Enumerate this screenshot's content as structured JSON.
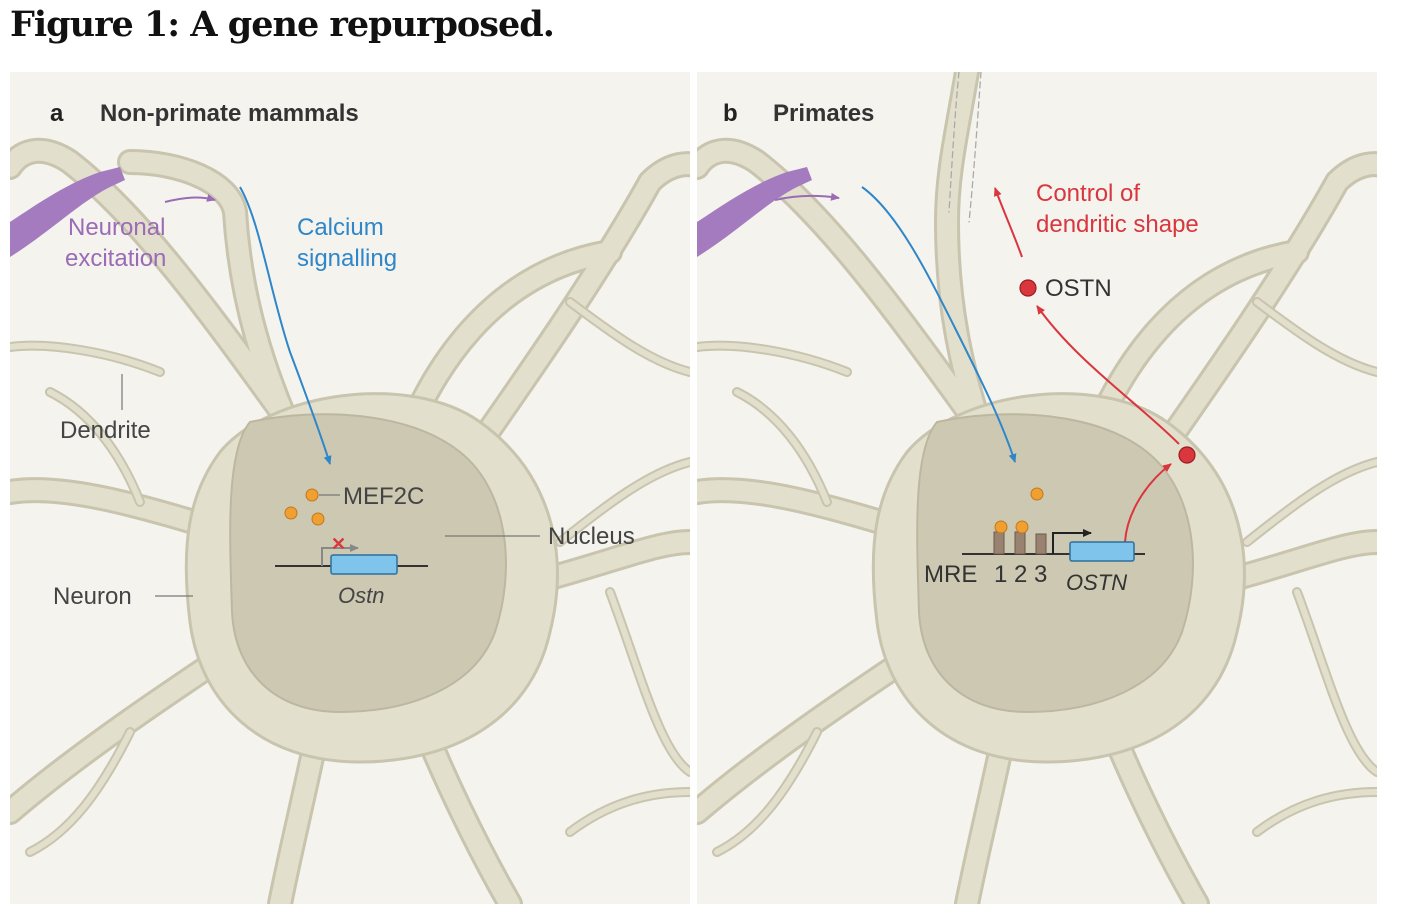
{
  "figure_title": "Figure 1: A gene repurposed.",
  "colors": {
    "cell": "#e2dfcd",
    "cell_edge": "#c8c4ad",
    "nucleus": "#cdc8b2",
    "purple": "#9b6bb5",
    "blue": "#2f86c8",
    "red": "#d9363e",
    "orange": "#f0a030",
    "gene_box": "#7fc4ea"
  },
  "panel_a": {
    "letter": "a",
    "heading": "Non-primate mammals",
    "excitation_line1": "Neuronal",
    "excitation_line2": "excitation",
    "signalling_line1": "Calcium",
    "signalling_line2": "signalling",
    "dendrite": "Dendrite",
    "neuron": "Neuron",
    "nucleus": "Nucleus",
    "factor": "MEF2C",
    "gene": "Ostn"
  },
  "panel_b": {
    "letter": "b",
    "heading": "Primates",
    "control_line1": "Control of",
    "control_line2": "dendritic shape",
    "protein": "OSTN",
    "mre": "MRE",
    "mre_numbers": "1 2 3",
    "gene": "OSTN"
  }
}
